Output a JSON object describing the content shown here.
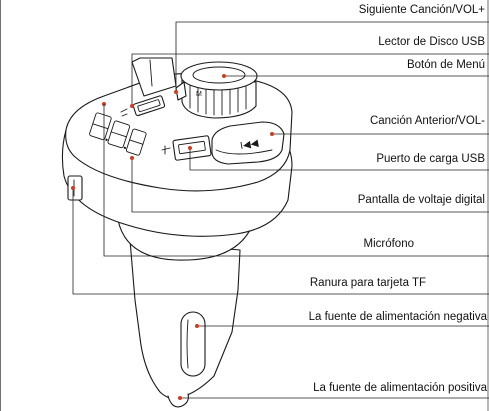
{
  "labels": {
    "next_song_vol_up": "Siguiente Canción/VOL+",
    "usb_disk_reader": "Lector de Disco USB",
    "menu_button": "Botón de Menú",
    "prev_song_vol_down": "Canción Anterior/VOL-",
    "usb_charging_port": "Puerto de carga USB",
    "digital_voltage_display": "Pantalla de voltaje digital",
    "microphone": "Micrófono",
    "tf_card_slot": "Ranura para tarjeta TF",
    "negative_power_supply": "La fuente de alimentación negativa",
    "positive_power_supply": "La fuente de alimentación positiva"
  },
  "colors": {
    "line": "#222222",
    "marker_dot": "#d23b1e",
    "text": "#111111"
  }
}
